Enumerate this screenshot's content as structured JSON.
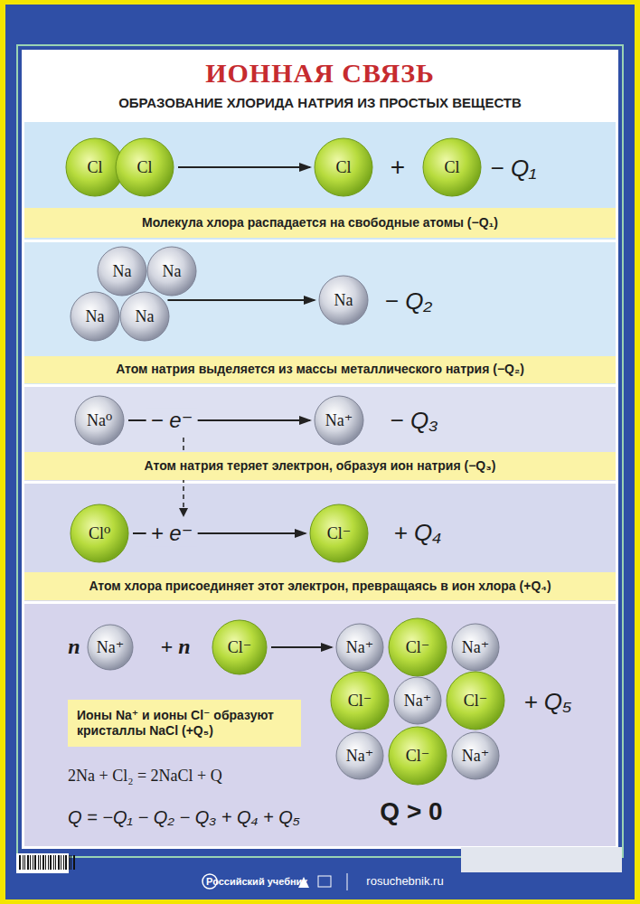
{
  "diagram": {
    "title": "ИОННАЯ СВЯЗЬ",
    "nodes": [
      {
        "text": [
          "Cl"
        ]
      },
      {
        "text": [
          "Cl"
        ]
      },
      {
        "text": [
          "Cl"
        ]
      },
      {
        "text": [
          "Cl"
        ]
      },
      {
        "text": [
          "Молекула хлора распадается на свободные атомы (−Q₁)"
        ]
      },
      {
        "text": [
          "Na"
        ]
      },
      {
        "text": [
          "Na"
        ]
      },
      {
        "text": [
          "Na"
        ]
      },
      {
        "text": [
          "Na"
        ]
      },
      {
        "text": [
          "Na"
        ]
      },
      {
        "text": [
          "Атом натрия выделяется из массы металлического натрия (−Q₂)"
        ]
      },
      {
        "text": [
          "Na⁰"
        ]
      },
      {
        "text": [
          "Na⁺"
        ]
      },
      {
        "text": [
          "Атом натрия теряет электрон, образуя ион натрия (−Q₃)"
        ]
      },
      {
        "text": [
          "Cl⁰"
        ]
      },
      {
        "text": [
          "Cl⁻"
        ]
      },
      {
        "text": [
          "Атом хлора присоединяет этот электрон, превращаясь в ион хлора (+Q₄)"
        ]
      },
      {
        "text": [
          "Na⁺"
        ]
      },
      {
        "text": [
          "Cl⁻"
        ]
      },
      {
        "text": [
          "Na⁺"
        ]
      },
      {
        "text": [
          "Cl⁻"
        ]
      },
      {
        "text": [
          "Na⁺"
        ]
      },
      {
        "text": [
          "Cl⁻"
        ]
      },
      {
        "text": [
          "Na⁺"
        ]
      },
      {
        "text": [
          "Cl⁻"
        ]
      },
      {
        "text": [
          "Na⁺"
        ]
      },
      {
        "text": [
          "Cl⁻"
        ]
      },
      {
        "text": [
          "Na⁺"
        ]
      },
      {
        "text": [
          "Ионы Na⁺ и ионы Cl⁻ образуют кристаллы NaCl (+Q₅)"
        ]
      }
    ],
    "edges": [
      {
        "from": 1,
        "to": 2,
        "arrow": "to"
      },
      {
        "from": 8,
        "to": 9,
        "arrow": "to"
      },
      {
        "from": 11,
        "to": 12,
        "arrow": "to"
      },
      {
        "from": 14,
        "to": 15,
        "arrow": "to"
      },
      {
        "from": 18,
        "to": 19,
        "arrow": "to"
      }
    ],
    "labels": [
      "ОБРАЗОВАНИЕ ХЛОРИДА НАТРИЯ ИЗ ПРОСТЫХ ВЕЩЕСТВ",
      "+",
      "− Q₁",
      "− Q₂",
      "− e⁻",
      "− Q₃",
      "+ e⁻",
      "+ Q₄",
      "n",
      "+ n",
      "+ Q₅",
      "2Na + Cl₂ = 2NaCl + Q",
      "Q = −Q₁ − Q₂ − Q₃ + Q₄ + Q₅",
      "Q > 0",
      "Российский учебник",
      "rosuchebnik.ru"
    ]
  }
}
